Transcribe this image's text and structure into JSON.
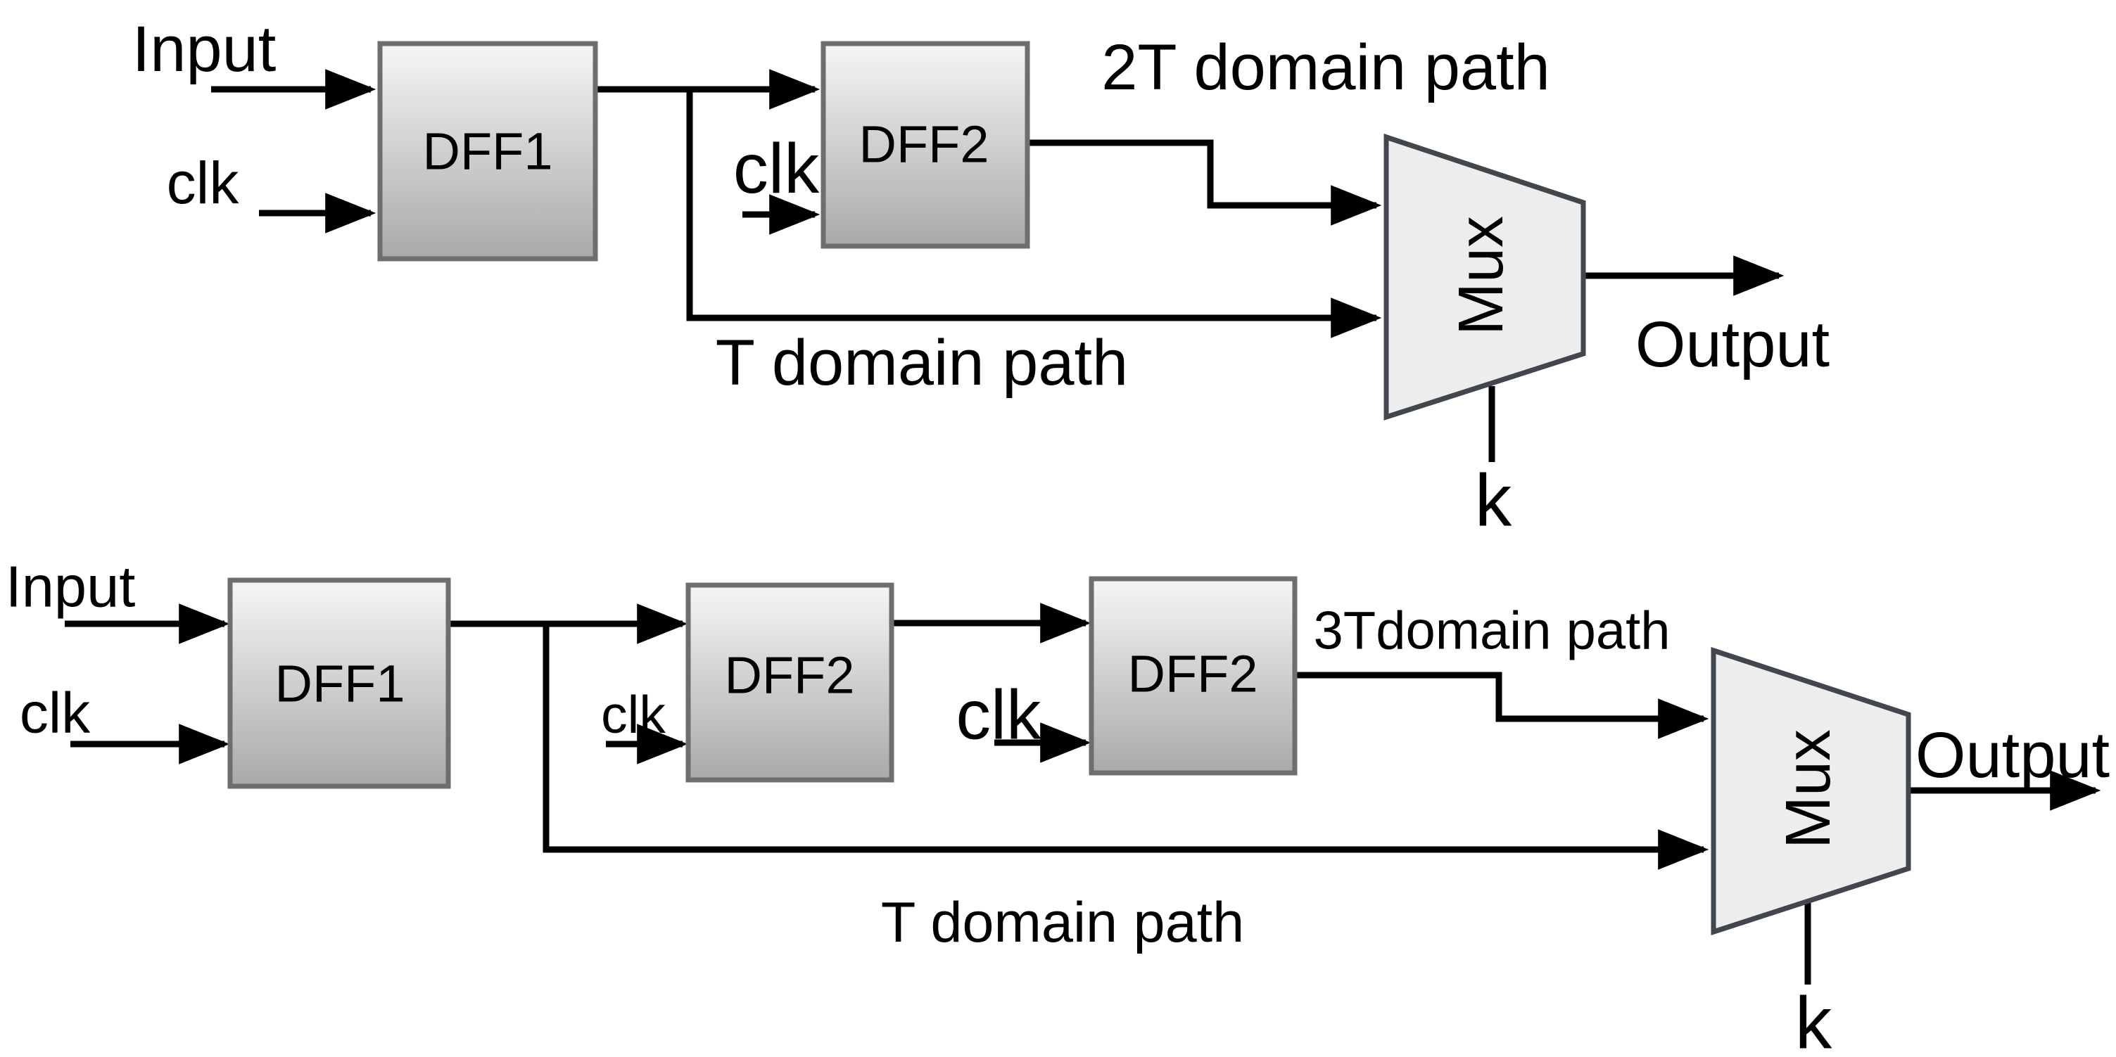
{
  "colors": {
    "background": "#ffffff",
    "line": "#000000",
    "box_border": "#6e6e6e",
    "box_gradient_top": "#f6f6f6",
    "box_gradient_bottom": "#a9a9a9",
    "mux_fill": "#ededed",
    "mux_border": "#41474c"
  },
  "top": {
    "input_label": "Input",
    "clk1_label": "clk",
    "dff1_label": "DFF1",
    "clk2_label": "clk",
    "dff2_label": "DFF2",
    "path_2t_label": "2T domain path",
    "path_t_label": "T domain path",
    "mux_label": "Mux",
    "output_label": "Output",
    "select_label": "k"
  },
  "bottom": {
    "input_label": "Input",
    "clk1_label": "clk",
    "dff1_label": "DFF1",
    "clk2_label": "clk",
    "dff2a_label": "DFF2",
    "clk3_label": "clk",
    "dff2b_label": "DFF2",
    "path_3t_label": "3Tdomain path",
    "path_t_label": "T domain path",
    "mux_label": "Mux",
    "output_label": "Output",
    "select_label": "k"
  }
}
